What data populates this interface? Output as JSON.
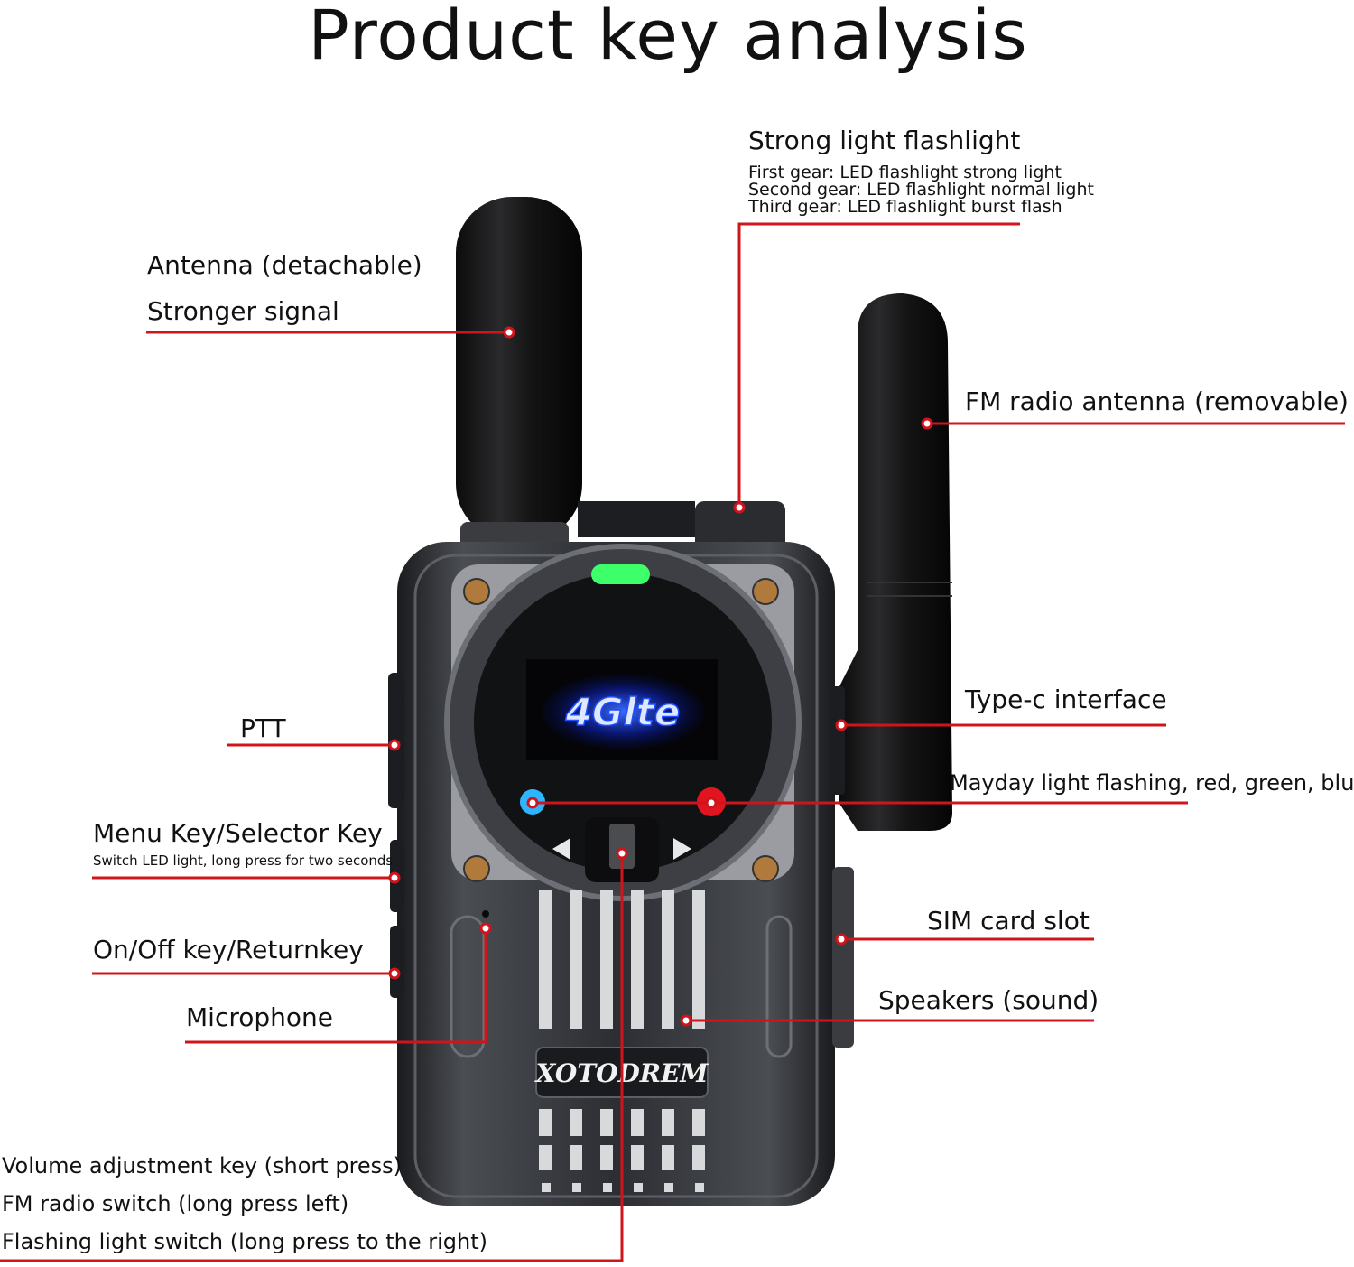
{
  "title": "Product key analysis",
  "colors": {
    "leader_line": "#d0141c",
    "device_body": "#2b2d31",
    "screen_glow": "#1e4fff",
    "led_green": "#3cff6a"
  },
  "device": {
    "brand": "XOTODREM",
    "screen_text": "4Glte"
  },
  "callouts": {
    "antenna_line1": "Antenna (detachable)",
    "antenna_line2": "Stronger signal",
    "flashlight_title": "Strong light flashlight",
    "flashlight_gear1": "First gear: LED flashlight strong light",
    "flashlight_gear2": "Second gear: LED flashlight normal light",
    "flashlight_gear3": "Third gear: LED flashlight burst flash",
    "fm_antenna": "FM radio antenna (removable)",
    "ptt": "PTT",
    "type_c": "Type-c interface",
    "mayday": "Mayday light flashing, red, green, blue.",
    "menu_key": "Menu Key/Selector Key",
    "menu_key_sub": "Switch LED light, long press for two seconds",
    "onoff": "On/Off key/Returnkey",
    "sim": "SIM card slot",
    "microphone": "Microphone",
    "speakers": "Speakers (sound)",
    "volume1": "Volume adjustment key (short press)",
    "volume2": "FM radio switch (long press left)",
    "volume3": "Flashing light switch (long press to the right)"
  }
}
